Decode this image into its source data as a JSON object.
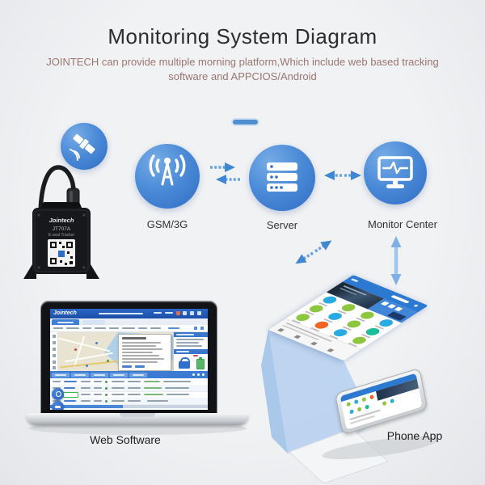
{
  "header": {
    "title": "Monitoring System Diagram",
    "subtitle": "JOINTECH can provide multiple morning platform,Which include web based tracking software and APPCIOS/Android"
  },
  "nodes": {
    "gsm": {
      "label": "GSM/3G"
    },
    "server": {
      "label": "Server"
    },
    "monitor_center": {
      "label": "Monitor Center"
    },
    "web_software": {
      "label": "Web Software"
    },
    "phone_app": {
      "label": "Phone App"
    }
  },
  "tracker_device": {
    "brand": "Jointech",
    "model": "JT707A",
    "type": "E-seal Tracker"
  },
  "web_ui": {
    "logo": "Jointech"
  },
  "icons": {
    "satellite": "satellite-icon",
    "gsm": "gsm-antenna-icon",
    "server": "server-rack-icon",
    "monitor": "monitor-pulse-icon",
    "qr": "qr-code",
    "lock": "lock-icon",
    "battery": "battery-icon"
  },
  "colors": {
    "background": "#eef0f2",
    "accent_blue": "#2f6cc4",
    "circle_highlight": "#76ace6",
    "arrow_blue": "#3f87d2",
    "arrow_light": "#7fb0e4",
    "subtitle_text": "#9b7672",
    "app_icon_green": "#8dc63f",
    "app_icon_blue": "#29abe2",
    "app_icon_orange": "#f26522",
    "app_icon_teal": "#1bbc9b"
  }
}
